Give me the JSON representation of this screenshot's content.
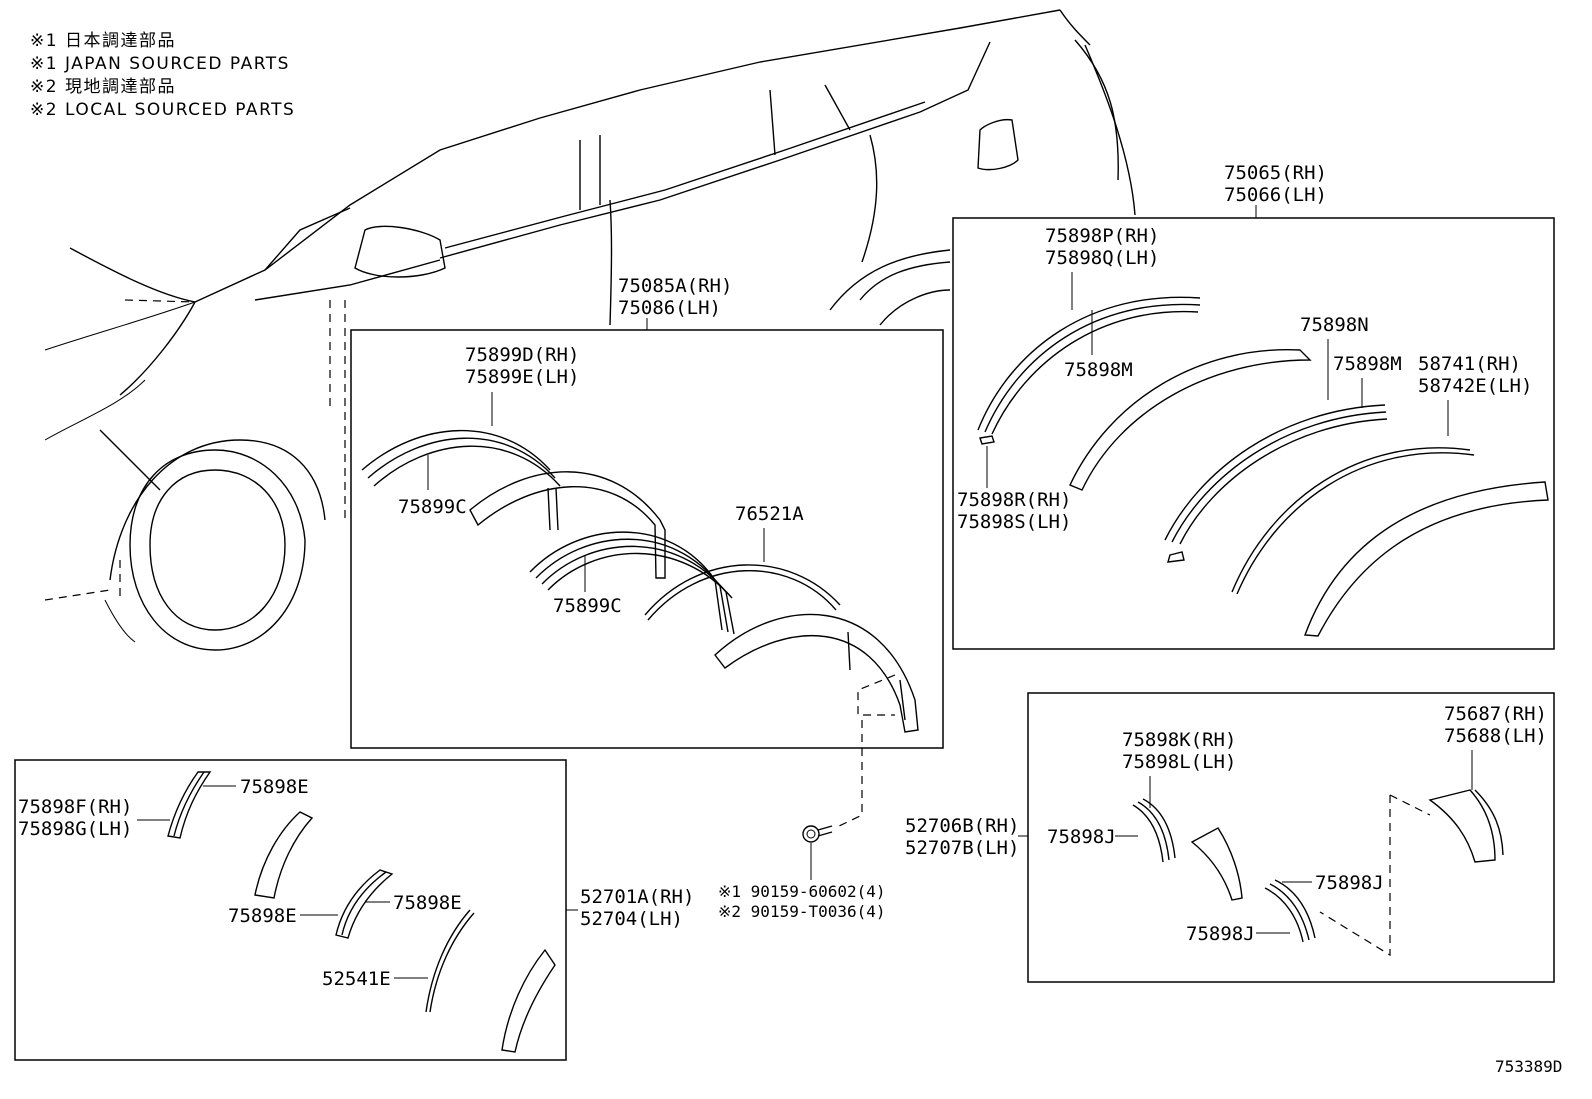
{
  "legend": [
    "※1 日本調達部品",
    "※1 JAPAN SOURCED PARTS",
    "※2 現地調達部品",
    "※2 LOCAL SOURCED PARTS"
  ],
  "labels": {
    "p75085": [
      "75085A(RH)",
      "75086(LH)"
    ],
    "p75899D": [
      "75899D(RH)",
      "75899E(LH)"
    ],
    "p75899C_a": "75899C",
    "p75899C_b": "75899C",
    "p76521A": "76521A",
    "p75065": [
      "75065(RH)",
      "75066(LH)"
    ],
    "p75898P": [
      "75898P(RH)",
      "75898Q(LH)"
    ],
    "p75898M_a": "75898M",
    "p75898N": "75898N",
    "p75898M_b": "75898M",
    "p58741": [
      "58741(RH)",
      "58742E(LH)"
    ],
    "p75898R": [
      "75898R(RH)",
      "75898S(LH)"
    ],
    "p75898F": [
      "75898F(RH)",
      "75898G(LH)"
    ],
    "p75898E_a": "75898E",
    "p75898E_b": "75898E",
    "p75898E_c": "75898E",
    "p52541E": "52541E",
    "p52701A": [
      "52701A(RH)",
      "52704(LH)"
    ],
    "p90159": [
      "※1 90159-60602(4)",
      "※2 90159-T0036(4)"
    ],
    "p52706B": [
      "52706B(RH)",
      "52707B(LH)"
    ],
    "p75898K": [
      "75898K(RH)",
      "75898L(LH)"
    ],
    "p75898J_a": "75898J",
    "p75898J_b": "75898J",
    "p75898J_c": "75898J",
    "p75687": [
      "75687(RH)",
      "75688(LH)"
    ]
  },
  "diagram_id": "753389D"
}
